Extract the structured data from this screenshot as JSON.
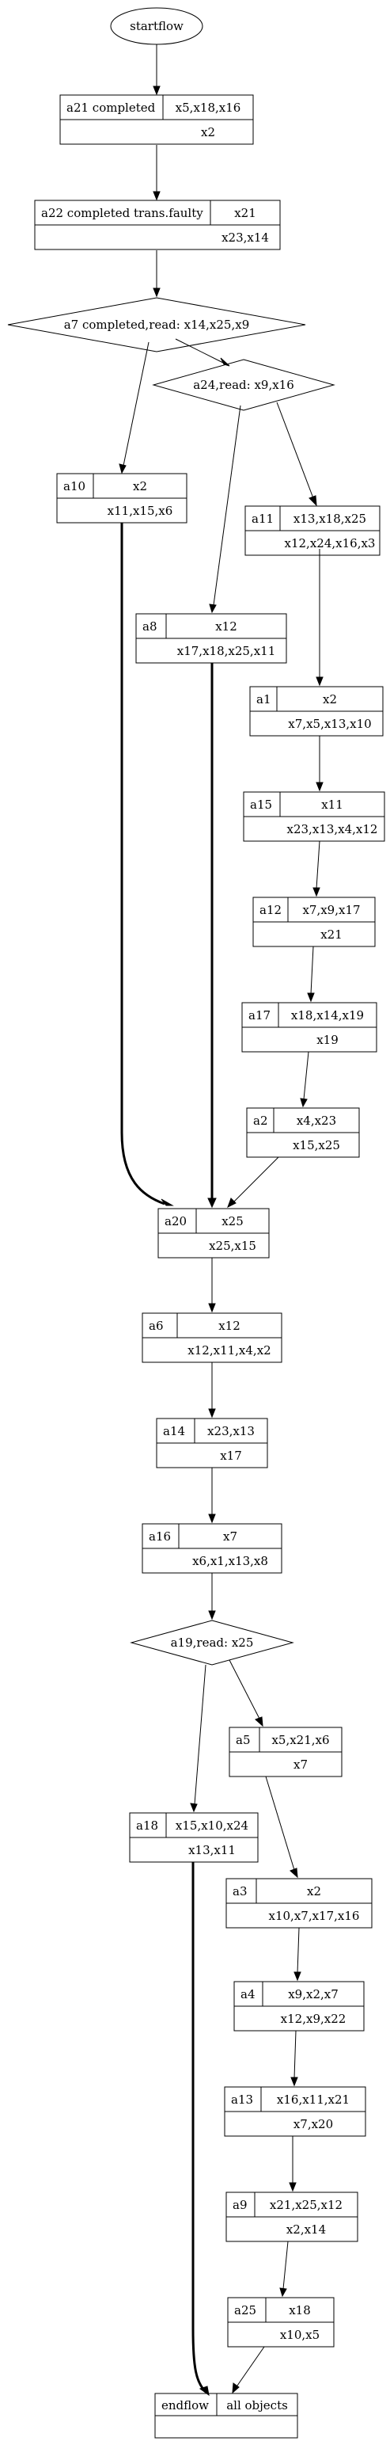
{
  "start": {
    "label": "startflow"
  },
  "decisions": {
    "d1": "a7 completed,read: x14,x25,x9",
    "d2": "a24,read: x9,x16",
    "d3": "a19,read: x25"
  },
  "nodes": {
    "a21": {
      "name": "a21 completed",
      "top": "x5,x18,x16",
      "bottom": "x2"
    },
    "a22": {
      "name": "a22 completed trans.faulty",
      "top": "x21",
      "bottom": "x23,x14"
    },
    "a10": {
      "name": "a10",
      "top": "x2",
      "bottom": "x11,x15,x6"
    },
    "a11": {
      "name": "a11",
      "top": "x13,x18,x25",
      "bottom": "x12,x24,x16,x3"
    },
    "a8": {
      "name": "a8",
      "top": "x12",
      "bottom": "x17,x18,x25,x11"
    },
    "a1": {
      "name": "a1",
      "top": "x2",
      "bottom": "x7,x5,x13,x10"
    },
    "a15": {
      "name": "a15",
      "top": "x11",
      "bottom": "x23,x13,x4,x12"
    },
    "a12": {
      "name": "a12",
      "top": "x7,x9,x17",
      "bottom": "x21"
    },
    "a17": {
      "name": "a17",
      "top": "x18,x14,x19",
      "bottom": "x19"
    },
    "a2": {
      "name": "a2",
      "top": "x4,x23",
      "bottom": "x15,x25"
    },
    "a20": {
      "name": "a20",
      "top": "x25",
      "bottom": "x25,x15"
    },
    "a6": {
      "name": "a6",
      "top": "x12",
      "bottom": "x12,x11,x4,x2"
    },
    "a14": {
      "name": "a14",
      "top": "x23,x13",
      "bottom": "x17"
    },
    "a16": {
      "name": "a16",
      "top": "x7",
      "bottom": "x6,x1,x13,x8"
    },
    "a5": {
      "name": "a5",
      "top": "x5,x21,x6",
      "bottom": "x7"
    },
    "a18": {
      "name": "a18",
      "top": "x15,x10,x24",
      "bottom": "x13,x11"
    },
    "a3": {
      "name": "a3",
      "top": "x2",
      "bottom": "x10,x7,x17,x16"
    },
    "a4": {
      "name": "a4",
      "top": "x9,x2,x7",
      "bottom": "x12,x9,x22"
    },
    "a13": {
      "name": "a13",
      "top": "x16,x11,x21",
      "bottom": "x7,x20"
    },
    "a9": {
      "name": "a9",
      "top": "x21,x25,x12",
      "bottom": "x2,x14"
    },
    "a25": {
      "name": "a25",
      "top": "x18",
      "bottom": "x10,x5"
    },
    "end": {
      "name": "endflow",
      "top": "all objects",
      "bottom": ""
    }
  }
}
